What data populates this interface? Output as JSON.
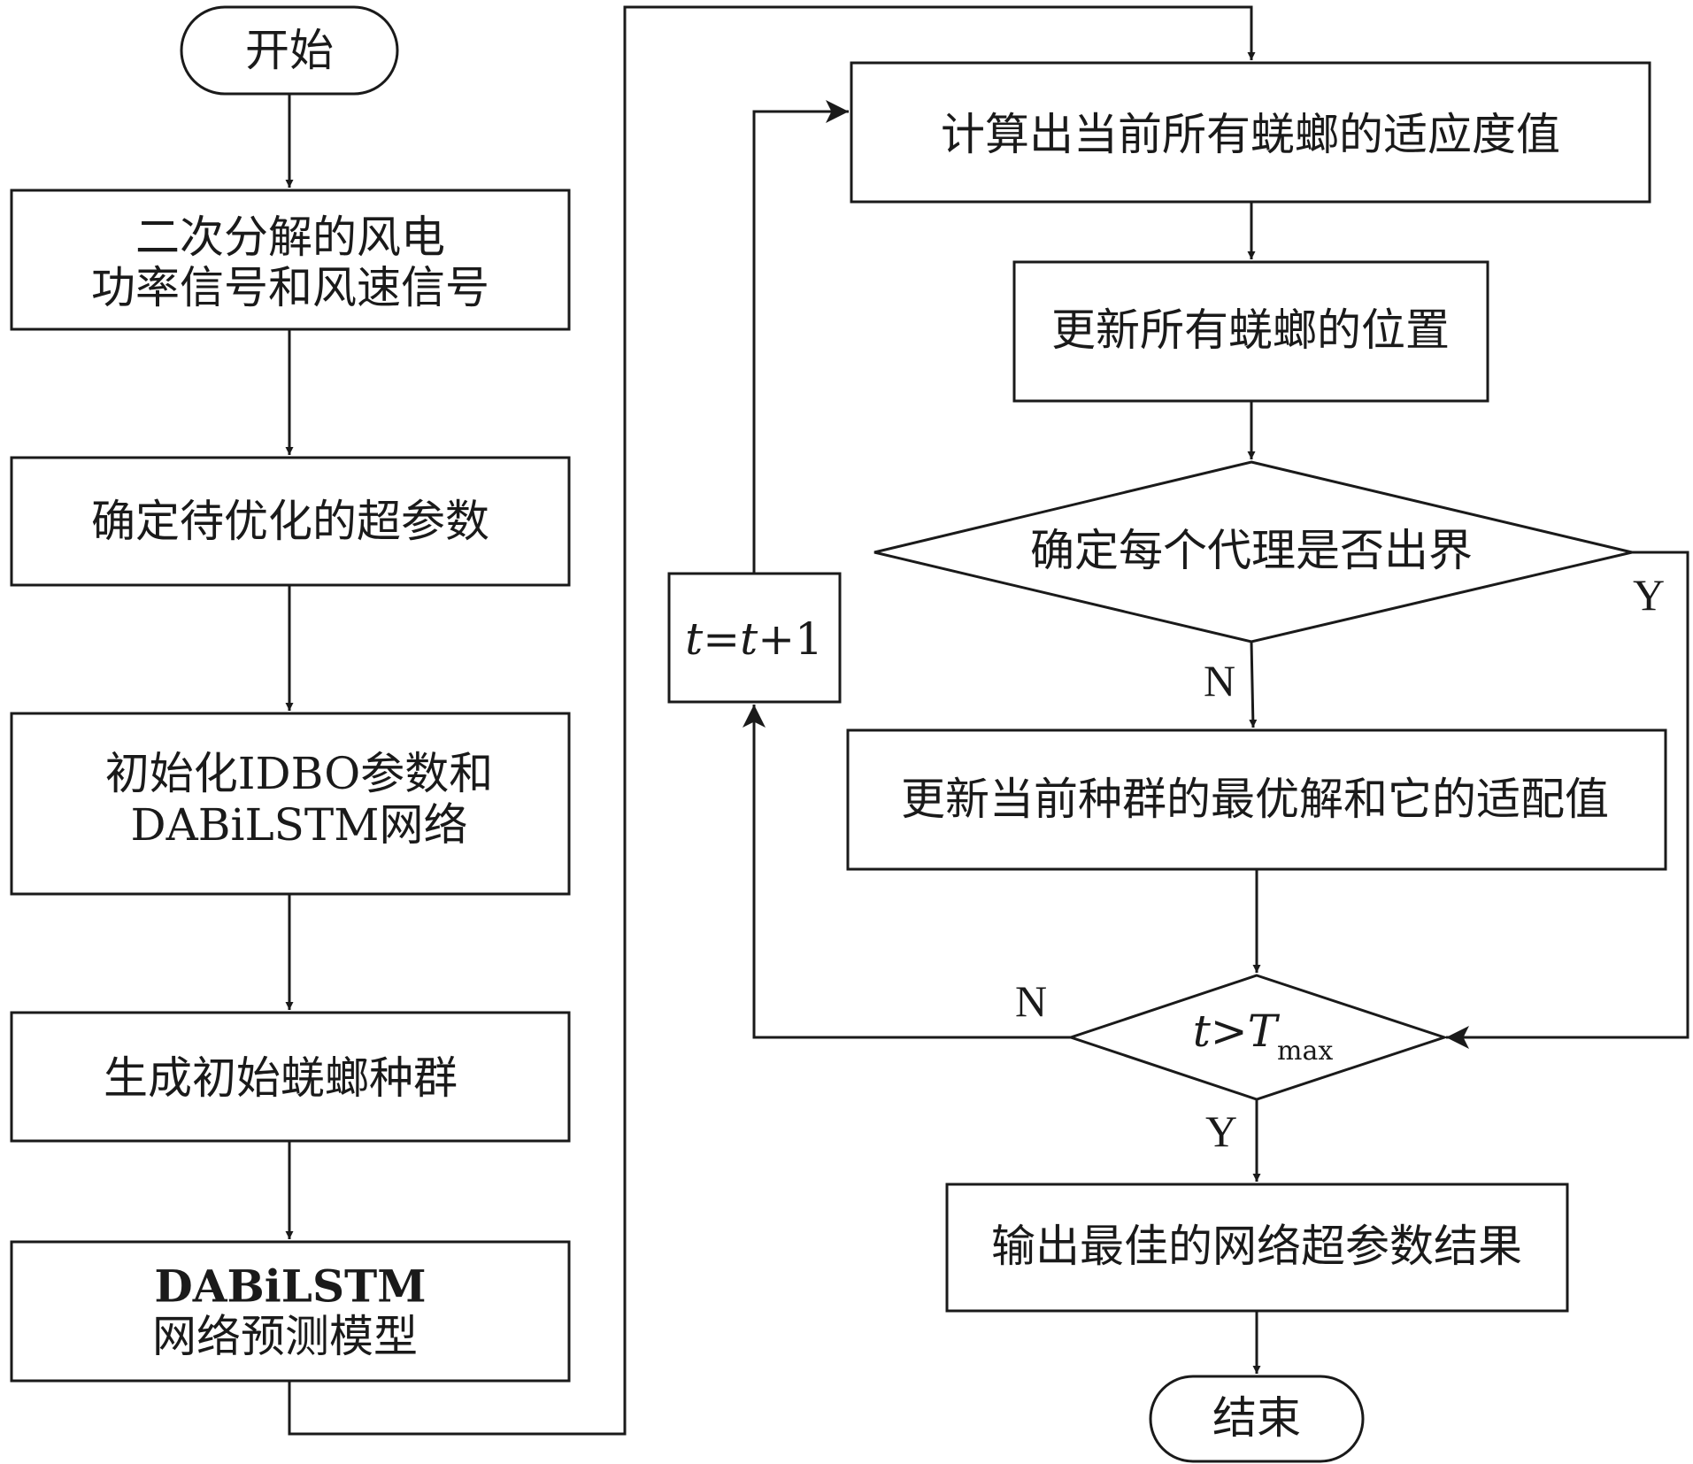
{
  "nodes": {
    "start": "开始",
    "decompose": [
      "二次分解的风电",
      "功率信号和风速信号"
    ],
    "hyperparams": "确定待优化的超参数",
    "init": [
      "初始化IDBO参数和",
      "DABiLSTM网络"
    ],
    "population": "生成初始蜣螂种群",
    "model": [
      "DABiLSTM",
      "网络预测模型"
    ],
    "fitness": "计算出当前所有蜣螂的适应度值",
    "update_position": "更新所有蜣螂的位置",
    "boundary_check": "确定每个代理是否出界",
    "update_best": "更新当前种群的最优解和它的适配值",
    "iteration_check": {
      "var": "t",
      "op": ">",
      "bound": "T",
      "subscript": "max"
    },
    "increment": {
      "var": "t",
      "eq": "=",
      "rhs": "t",
      "plus": "+1"
    },
    "output": "输出最佳的网络超参数结果",
    "end": "结束"
  },
  "edge_labels": {
    "boundary_yes": "Y",
    "boundary_no": "N",
    "iteration_no": "N",
    "iteration_yes": "Y"
  }
}
